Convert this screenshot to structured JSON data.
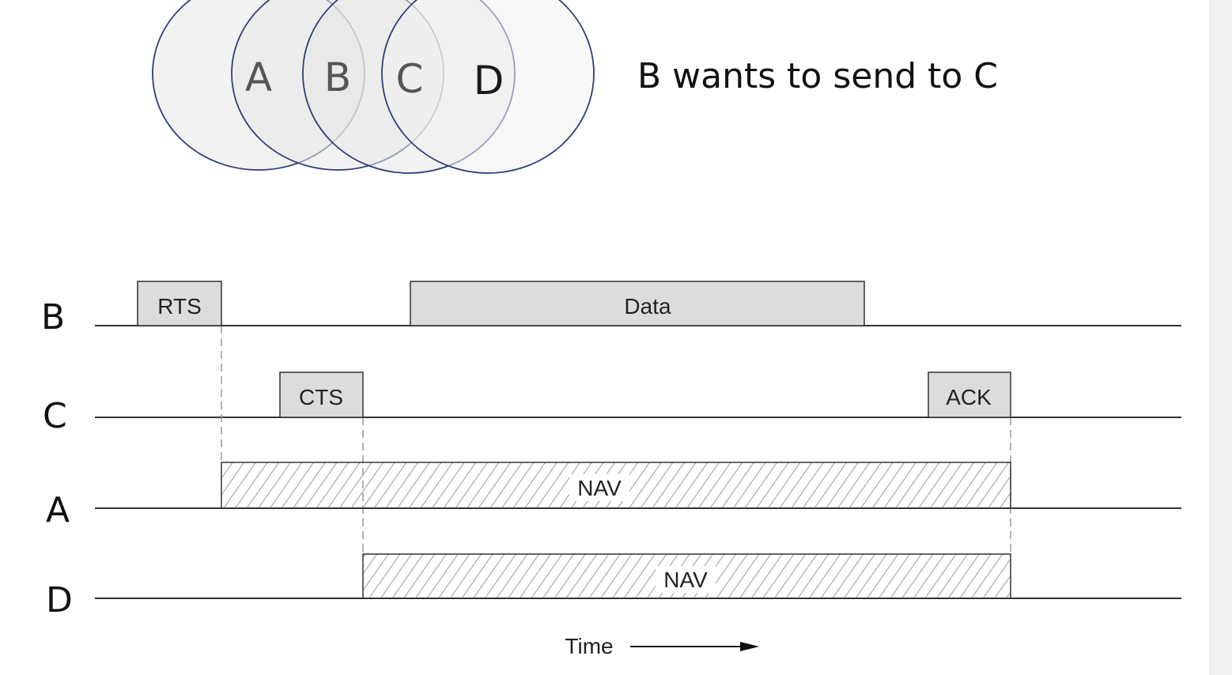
{
  "venn": {
    "circles": [
      {
        "name": "A",
        "label": "A"
      },
      {
        "name": "B",
        "label": "B"
      },
      {
        "name": "C",
        "label": "C"
      },
      {
        "name": "D",
        "label": "D"
      }
    ]
  },
  "caption": "B wants to send to C",
  "timeline": {
    "rows": [
      {
        "id": "B",
        "label": "B"
      },
      {
        "id": "C",
        "label": "C"
      },
      {
        "id": "A",
        "label": "A"
      },
      {
        "id": "D",
        "label": "D"
      }
    ],
    "frames": {
      "rts": "RTS",
      "data": "Data",
      "cts": "CTS",
      "ack": "ACK",
      "nav_a": "NAV",
      "nav_d": "NAV"
    },
    "time_label": "Time"
  },
  "colors": {
    "circle_fill": "#f0f0f0",
    "circle_stroke": "#2f3f78",
    "frame_fill": "#dcdcdc",
    "line": "#333333",
    "hatch": "#9a9a9a"
  }
}
